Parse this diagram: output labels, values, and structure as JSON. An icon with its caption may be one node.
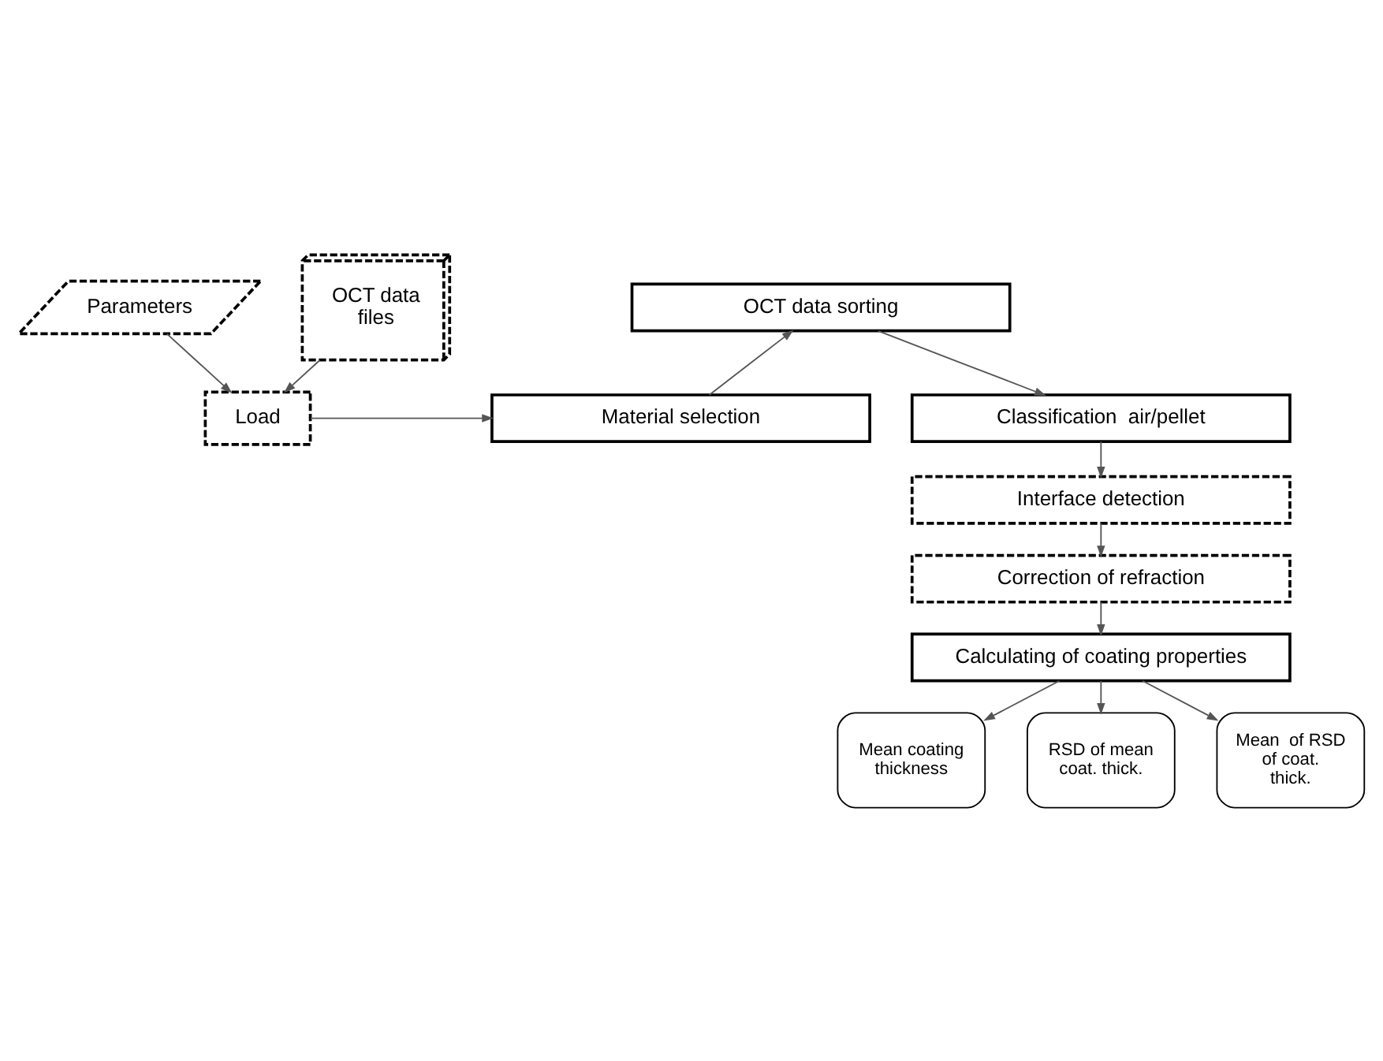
{
  "diagram": {
    "nodes": [
      {
        "text": [
          "Parameters"
        ]
      },
      {
        "text": [
          "Load"
        ]
      },
      {
        "text": [
          "OCT data files"
        ]
      },
      {
        "text": [
          "Material selection"
        ]
      },
      {
        "text": [
          "OCT data sorting"
        ]
      },
      {
        "text": [
          "Classification  air/pellet"
        ]
      },
      {
        "text": [
          "Interface detection"
        ]
      },
      {
        "text": [
          "Correction of refraction"
        ]
      },
      {
        "text": [
          "Calculating of coating properties"
        ]
      },
      {
        "text": [
          "Mean coating thickness"
        ]
      },
      {
        "text": [
          "RSD of mean coat. thick."
        ]
      },
      {
        "text": [
          "Mean  of RSD of coat. thick."
        ]
      }
    ],
    "edges": [
      {
        "from": 0,
        "to": 1,
        "arrow": "to"
      },
      {
        "from": 2,
        "to": 1,
        "arrow": "to"
      },
      {
        "from": 1,
        "to": 3,
        "arrow": "to"
      },
      {
        "from": 3,
        "to": 4,
        "arrow": "to"
      },
      {
        "from": 4,
        "to": 5,
        "arrow": "to"
      },
      {
        "from": 5,
        "to": 6,
        "arrow": "to"
      },
      {
        "from": 6,
        "to": 7,
        "arrow": "to"
      },
      {
        "from": 7,
        "to": 8,
        "arrow": "to"
      },
      {
        "from": 8,
        "to": 9,
        "arrow": "to"
      },
      {
        "from": 8,
        "to": 10,
        "arrow": "to"
      },
      {
        "from": 8,
        "to": 11,
        "arrow": "to"
      }
    ]
  }
}
